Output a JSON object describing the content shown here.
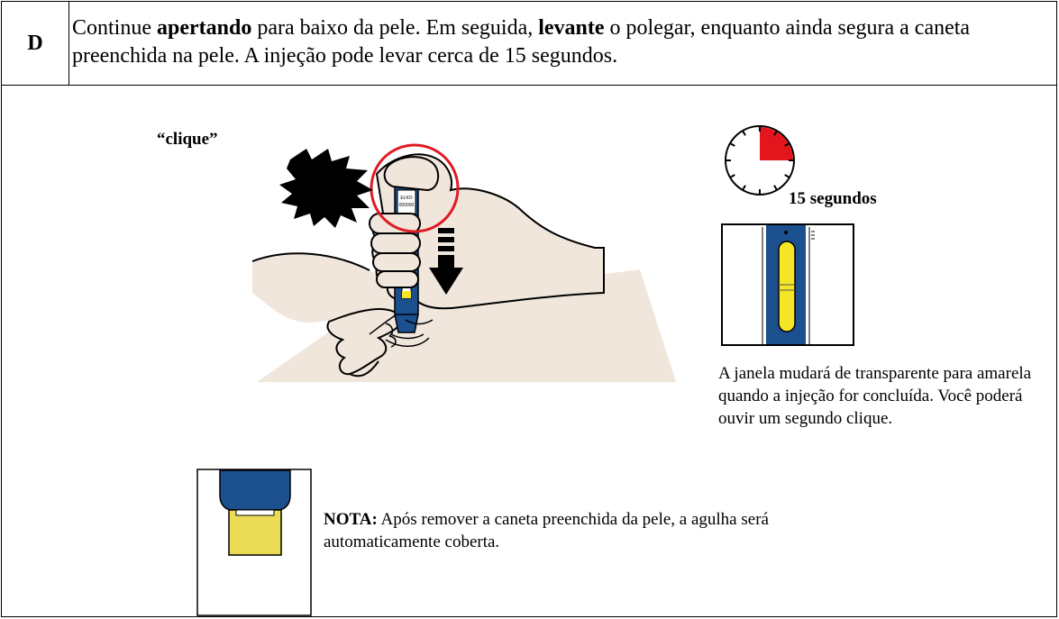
{
  "step": {
    "letter": "D",
    "instruction": {
      "t1": "Continue ",
      "b1": "apertando",
      "t2": " para baixo da pele. Em seguida, ",
      "b2": "levante",
      "t3": " o polegar, enquanto ainda segura a caneta preenchida na pele. A injeção pode levar cerca de 15 segundos."
    }
  },
  "illustration": {
    "click_label": "“clique”",
    "pen_label_lines": [
      "ELKO",
      "000000"
    ]
  },
  "timer": {
    "label": "15 segundos",
    "elapsed_fraction": 0.25
  },
  "window_note": "A janela mudará de transparente para amarela quando a injeção for concluída. Você poderá ouvir um segundo clique.",
  "note": {
    "label": "NOTA:",
    "text": " Após remover a caneta preenchida da pele, a agulha será automaticamente coberta."
  },
  "colors": {
    "pen_blue": "#1b4f8e",
    "window_yellow": "#f4e626",
    "needle_cover_yellow": "#eadc54",
    "timer_red": "#e4161d",
    "skin": "#f0e6dc",
    "circle_red": "#e01b22"
  }
}
